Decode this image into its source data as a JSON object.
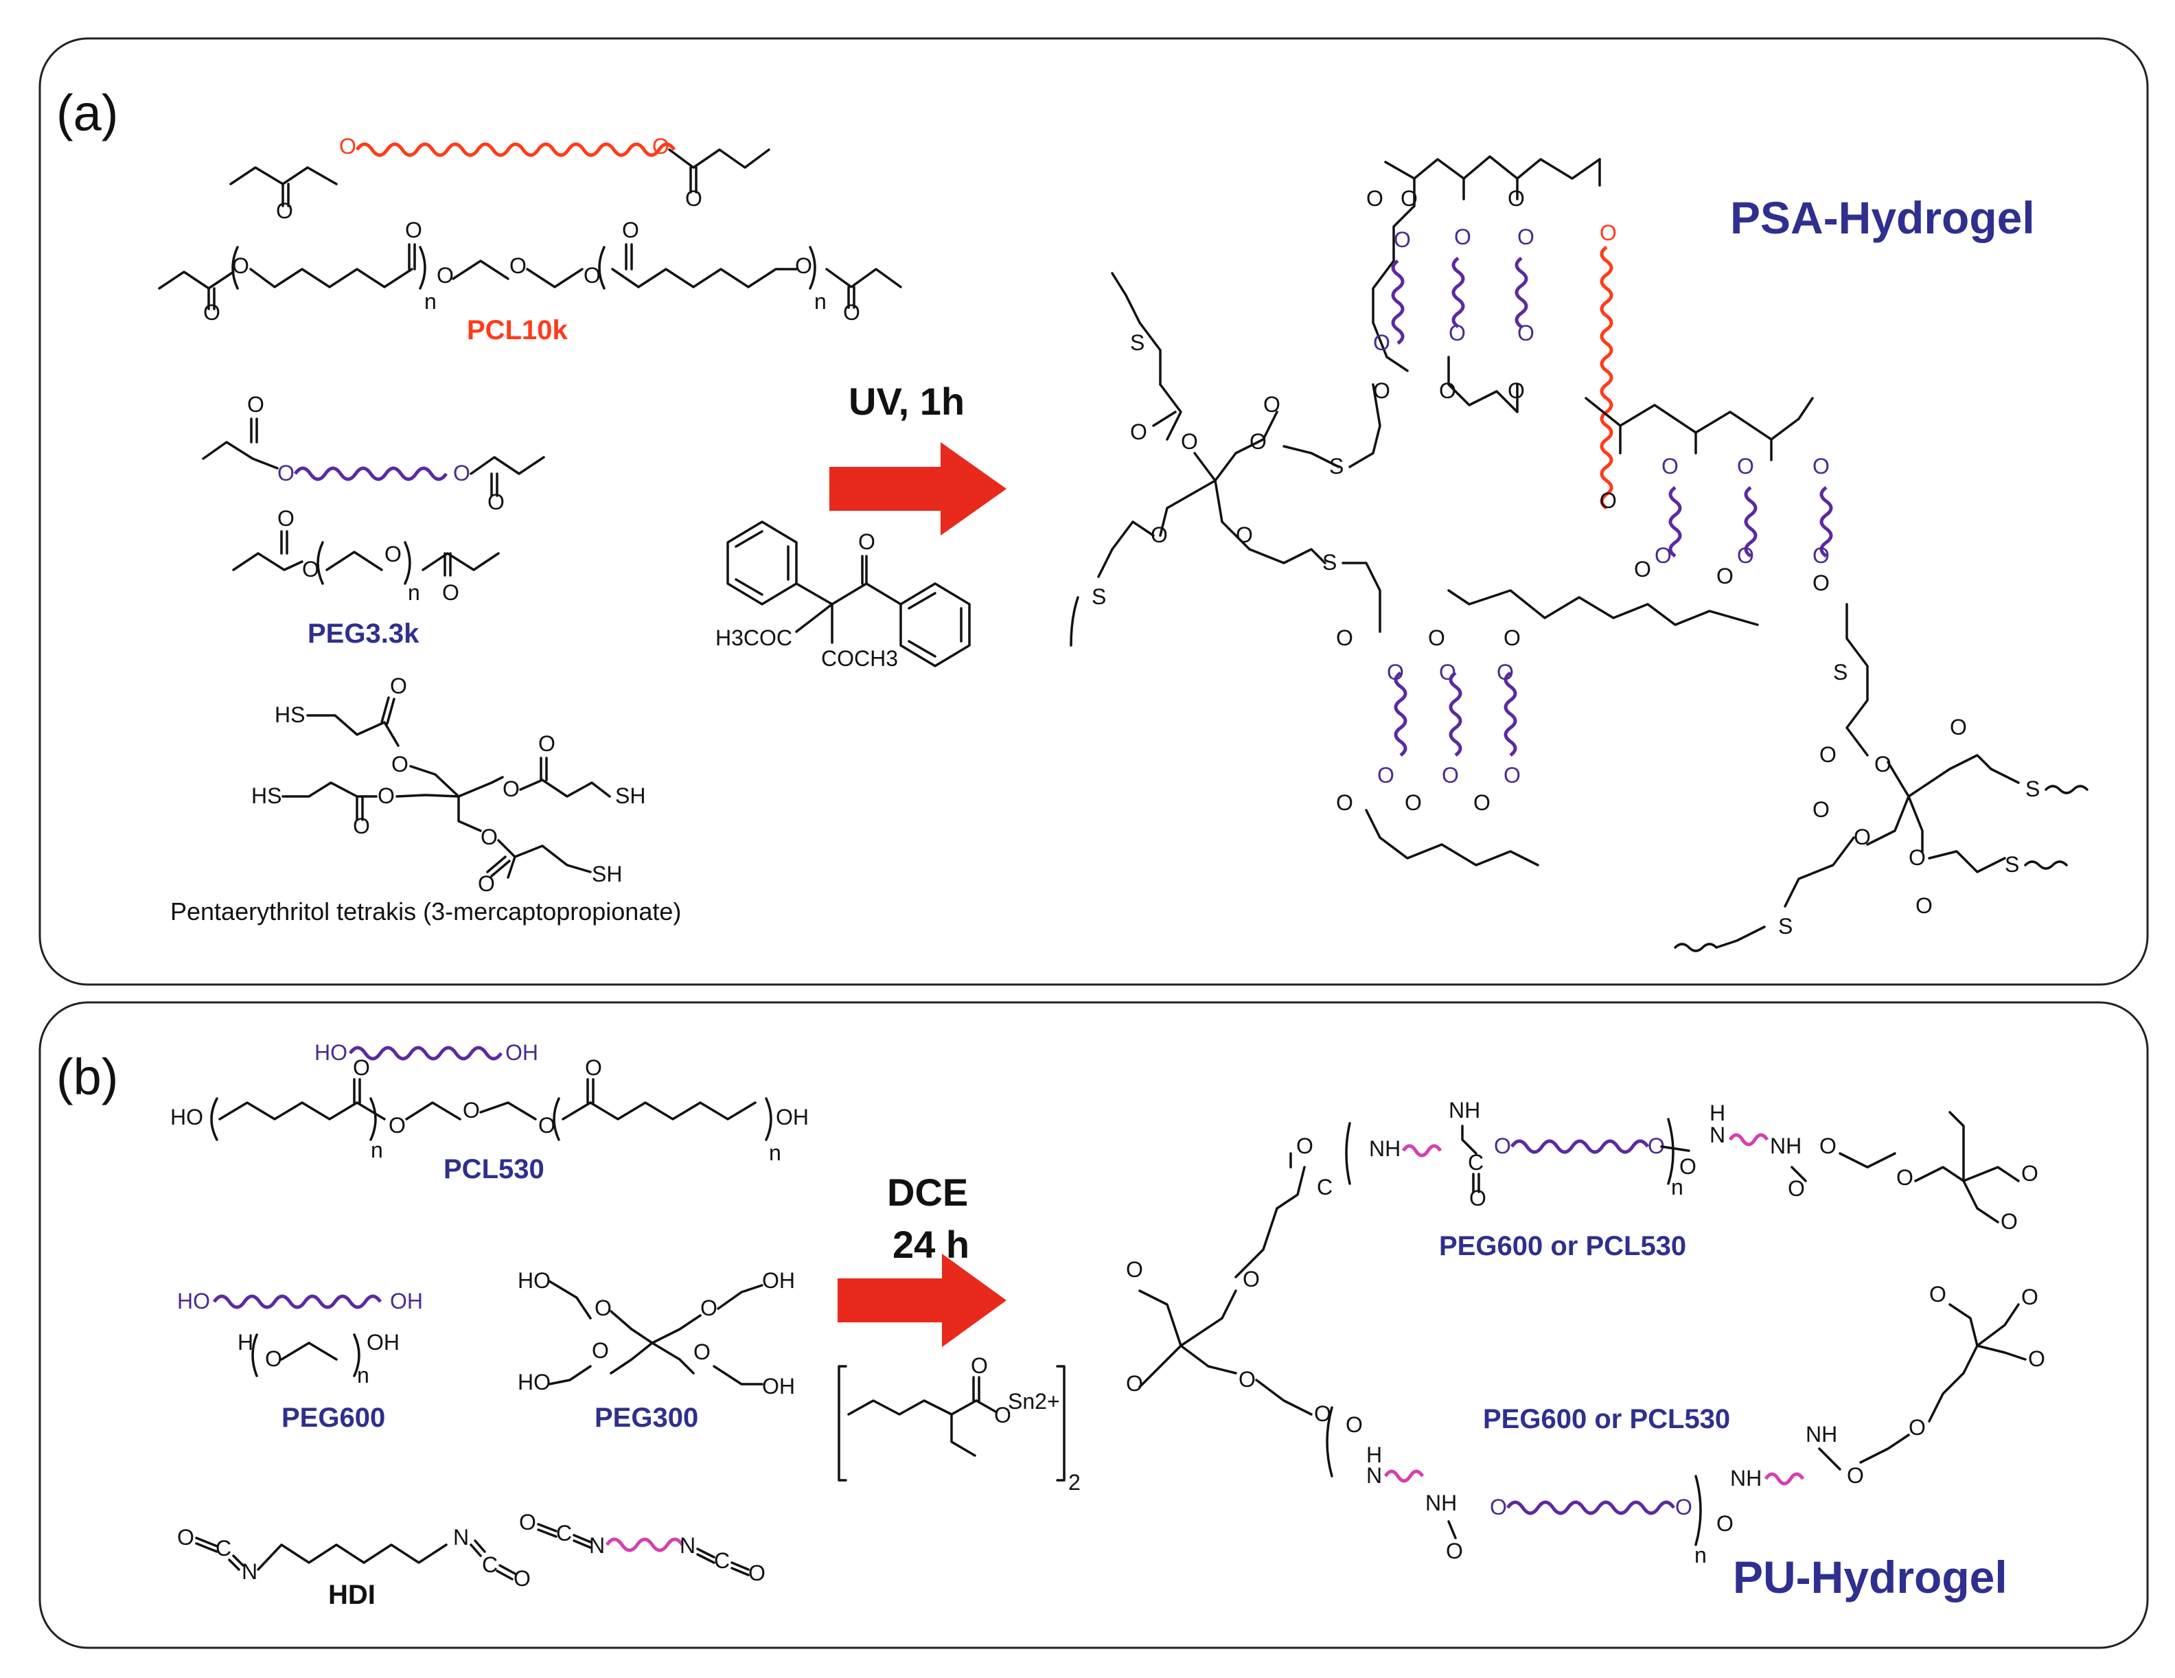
{
  "panel_a": {
    "label": "(a)",
    "pcl_name": "PCL10k",
    "peg_name": "PEG3.3k",
    "thiol_name": "Pentaerythritol tetrakis (3-mercaptopropionate)",
    "condition": "UV, 1h",
    "product_title": "PSA-Hydrogel",
    "photoinitiator_left": "H3COC",
    "photoinitiator_bottom": "COCH3"
  },
  "panel_b": {
    "label": "(b)",
    "pcl_name": "PCL530",
    "peg600_name": "PEG600",
    "peg300_name": "PEG300",
    "hdi_name": "HDI",
    "condition_line1": "DCE",
    "condition_line2": "24 h",
    "catalyst_metal": "Sn2+",
    "catalyst_subscript": "2",
    "repeat_label_top": "PEG600 or PCL530",
    "repeat_label_bottom": "PEG600 or PCL530",
    "product_title": "PU-Hydrogel"
  },
  "atoms": {
    "O": "O",
    "HO": "HO",
    "OH": "OH",
    "HS": "HS",
    "SH": "SH",
    "S": "S",
    "NH": "NH",
    "N": "N",
    "C": "C",
    "H": "H",
    "n": "n"
  },
  "colors": {
    "pcl_red": "#ff3b1a",
    "peg_purple": "#5b2aa0",
    "title_blue": "#2e2f8f",
    "isocyanate_pink": "#d63fb0",
    "arrow_red": "#e8291c"
  }
}
